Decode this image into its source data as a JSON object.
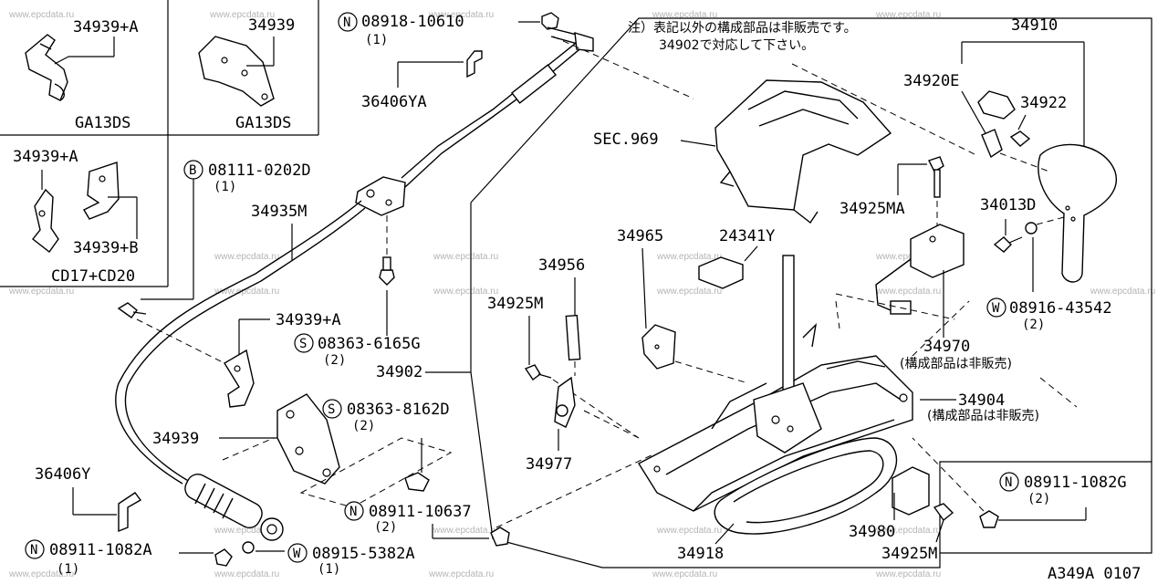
{
  "watermark": "www.epcdata.ru",
  "diagram_id": "A349A 0107",
  "note_lines": [
    "注）表記以外の構成部品は非販売です。",
    "34902で対応して下さい。"
  ],
  "insets": {
    "ga13ds_a": {
      "part": "34939+A",
      "variant": "GA13DS"
    },
    "ga13ds_b": {
      "part": "34939",
      "variant": "GA13DS"
    },
    "cd": {
      "part_a": "34939+A",
      "part_b": "34939+B",
      "variant": "CD17+CD20"
    }
  },
  "labels": {
    "n_08918": {
      "prefix": "N",
      "code": "08918-10610",
      "qty": "(1)"
    },
    "p_36406YA": "36406YA",
    "b_08111": {
      "prefix": "B",
      "code": "08111-0202D",
      "qty": "(1)"
    },
    "p_34935M": "34935M",
    "p_34939A": "34939+A",
    "s_08363_6165": {
      "prefix": "S",
      "code": "08363-6165G",
      "qty": "(2)"
    },
    "p_34902": "34902",
    "s_08363_8162": {
      "prefix": "S",
      "code": "08363-8162D",
      "qty": "(2)"
    },
    "p_34939": "34939",
    "p_36406Y": "36406Y",
    "n_08911_10637": {
      "prefix": "N",
      "code": "08911-10637",
      "qty": "(2)"
    },
    "n_08911_1082A": {
      "prefix": "N",
      "code": "08911-1082A",
      "qty": "(1)"
    },
    "w_08915": {
      "prefix": "W",
      "code": "08915-5382A",
      "qty": "(1)"
    },
    "sec969": "SEC.969",
    "p_34965": "34965",
    "p_34956": "34956",
    "p_34925M_left": "34925M",
    "p_34977": "34977",
    "p_24341Y": "24341Y",
    "p_34925MA": "34925MA",
    "p_34910": "34910",
    "p_34920E": "34920E",
    "p_34922": "34922",
    "p_34013D": "34013D",
    "w_08916": {
      "prefix": "W",
      "code": "08916-43542",
      "qty": "(2)"
    },
    "p_34970": "34970",
    "note_34970": "(構成部品は非販売)",
    "p_34904": "34904",
    "note_34904": "(構成部品は非販売)",
    "n_08911_1082G": {
      "prefix": "N",
      "code": "08911-1082G",
      "qty": "(2)"
    },
    "p_34980": "34980",
    "p_34918": "34918",
    "p_34925M_right": "34925M"
  }
}
